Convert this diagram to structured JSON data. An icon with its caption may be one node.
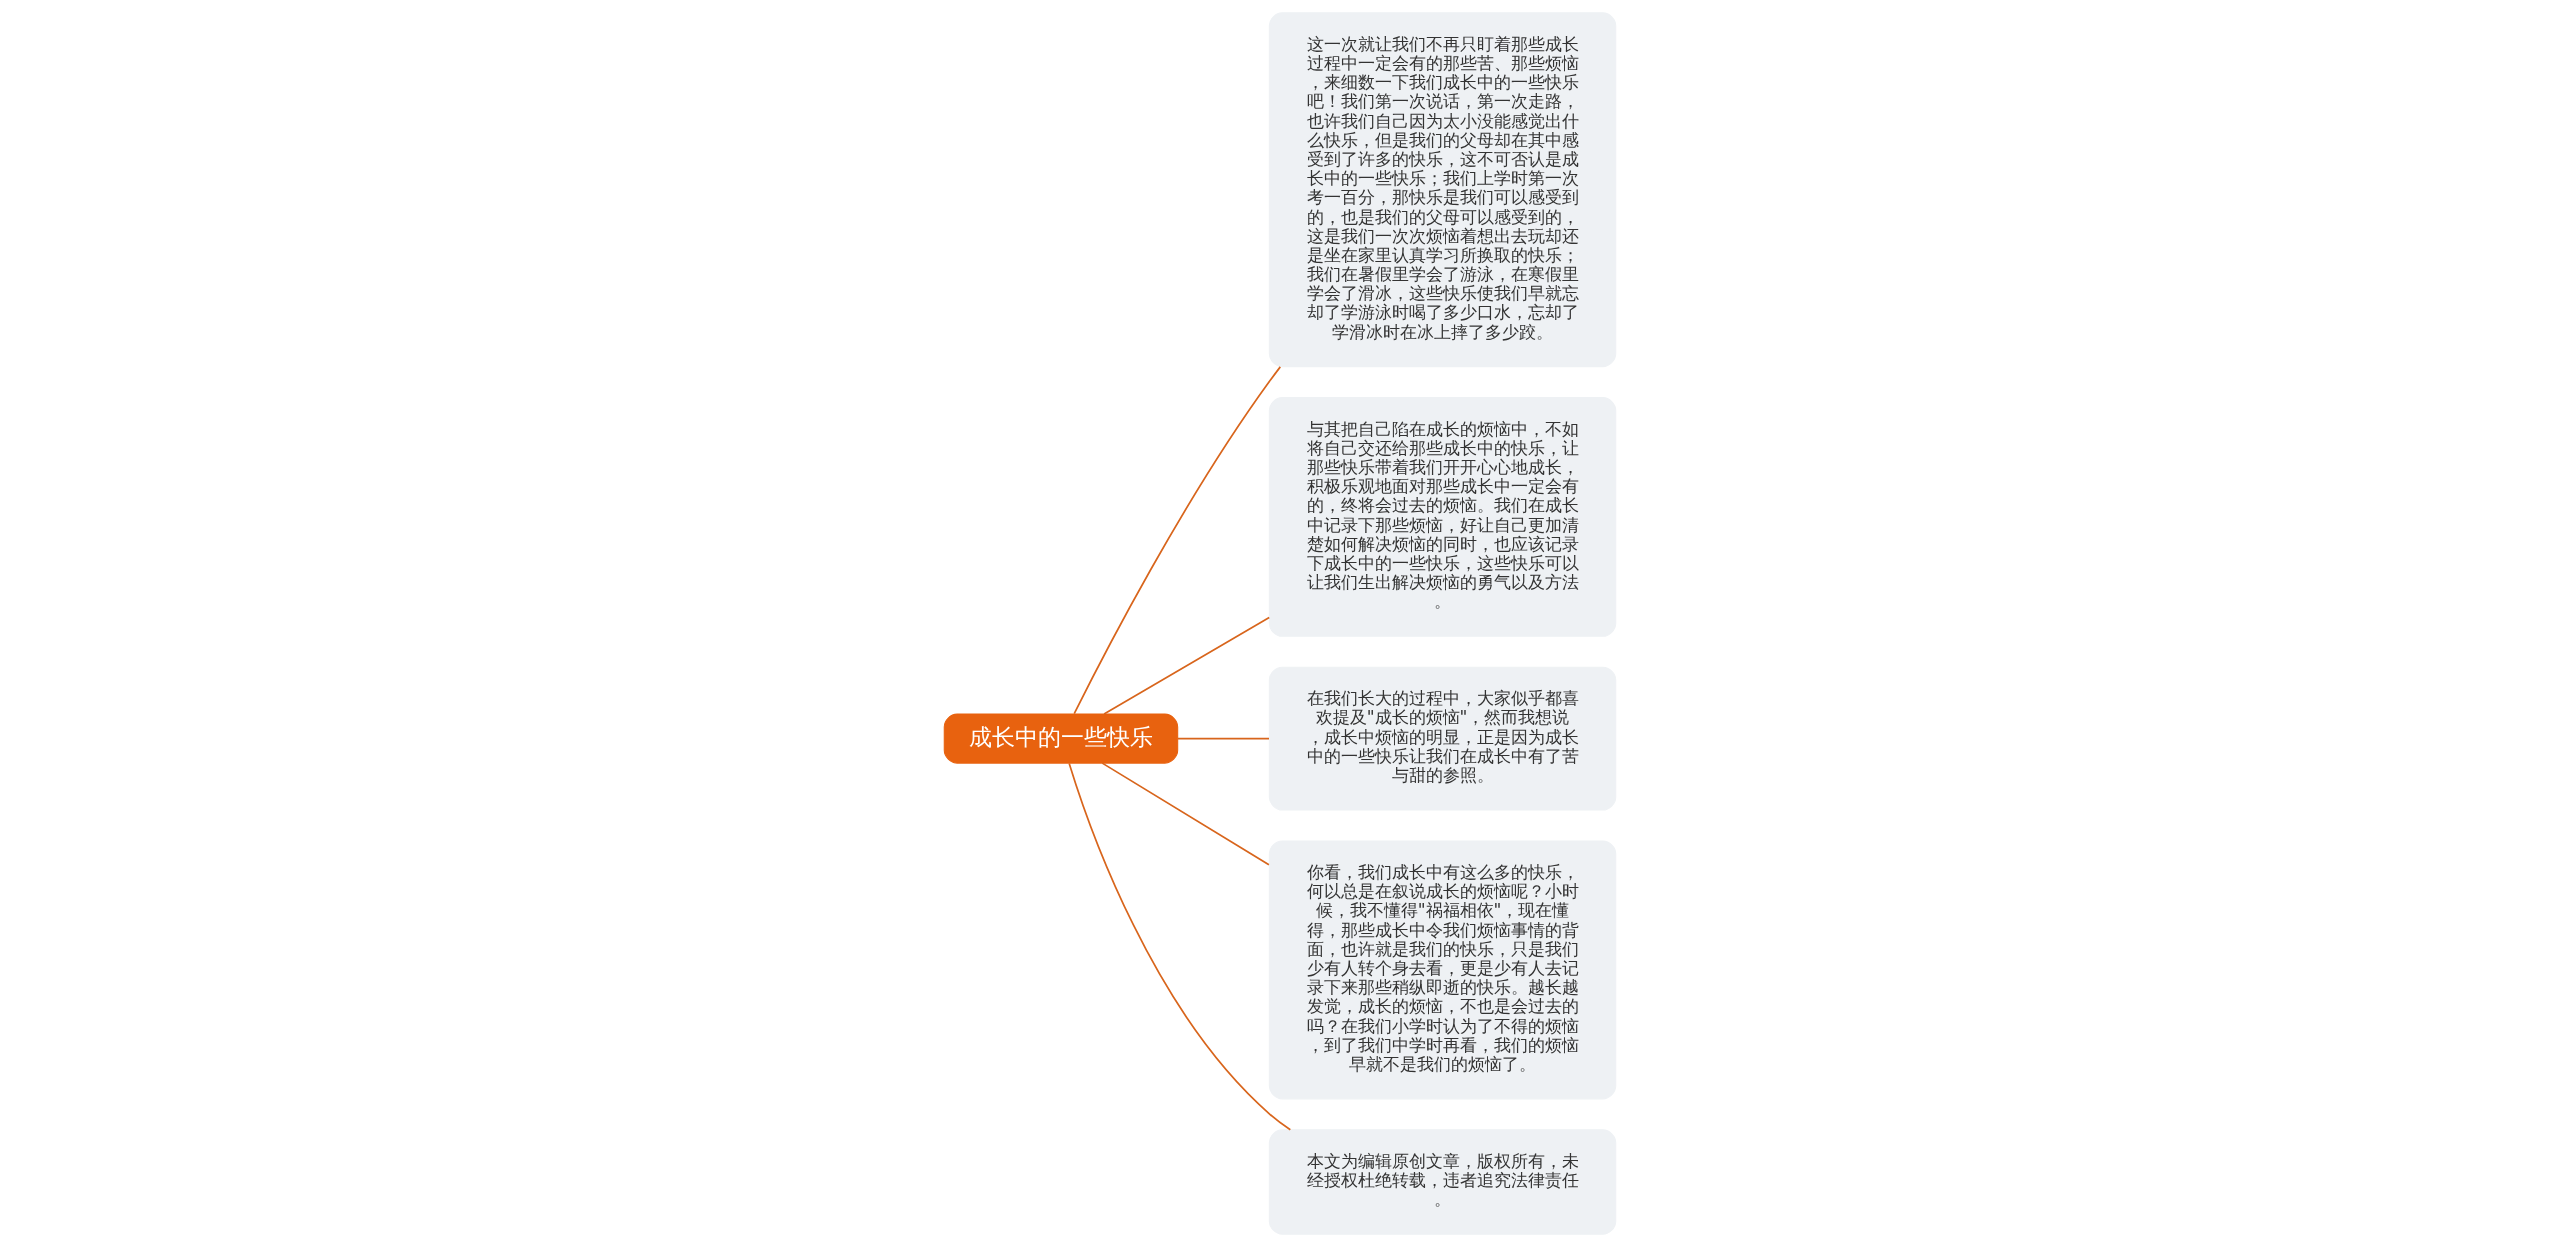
{
  "diagram": {
    "nodes": [
      {
        "text": [
          "成长中的一些快乐"
        ]
      },
      {
        "text": [
          "这一次就让我们不再只盯着那些成长过程中一定会有的那些苦、那些烦恼，来细数一下我们成长中的一些快乐吧！我们第一次说话，第一次走路，也许我们自己因为太小没能感觉出什么快乐，但是我们的父母却在其中感受到了许多的快乐，这不可否认是成长中的一些快乐；我们上学时第一次考一百分，那快乐是我们可以感受到的，也是我们的父母可以感受到的，这是我们一次次烦恼着想出去玩却还是坐在家里认真学习所换取的快乐；我们在暑假里学会了游泳，在寒假里学会了滑冰，这些快乐使我们早就忘却了学游泳时喝了多少口水，忘却了学滑冰时在冰上摔了多少跤。"
        ]
      },
      {
        "text": [
          "与其把自己陷在成长的烦恼中，不如将自己交还给那些成长中的快乐，让那些快乐带着我们开开心心地成长，积极乐观地面对那些成长中一定会有的，终将会过去的烦恼。我们在成长中记录下那些烦恼，好让自己更加清楚如何解决烦恼的同时，也应该记录下成长中的一些快乐，这些快乐可以让我们生出解决烦恼的勇气以及方法。"
        ]
      },
      {
        "text": [
          "在我们长大的过程中，大家似乎都喜欢提及\"成长的烦恼\"，然而我想说，成长中烦恼的明显，正是因为成长中的一些快乐让我们在成长中有了苦与甜的参照。"
        ]
      },
      {
        "text": [
          "你看，我们成长中有这么多的快乐，何以总是在叙说成长的烦恼呢？小时候，我不懂得\"祸福相依\"，现在懂得，那些成长中令我们烦恼事情的背面，也许就是我们的快乐，只是我们少有人转个身去看，更是少有人去记录下来那些稍纵即逝的快乐。越长越发觉，成长的烦恼，不也是会过去的吗？在我们小学时认为了不得的烦恼，到了我们中学时再看，我们的烦恼早就不是我们的烦恼了。"
        ]
      },
      {
        "text": [
          "本文为编辑原创文章，版权所有，未经授权杜绝转载，违者追究法律责任。"
        ]
      }
    ],
    "edges": [
      {
        "from": 0,
        "to": 1,
        "arrow": "none"
      },
      {
        "from": 0,
        "to": 2,
        "arrow": "none"
      },
      {
        "from": 0,
        "to": 3,
        "arrow": "none"
      },
      {
        "from": 0,
        "to": 4,
        "arrow": "none"
      },
      {
        "from": 0,
        "to": 5,
        "arrow": "none"
      }
    ]
  }
}
